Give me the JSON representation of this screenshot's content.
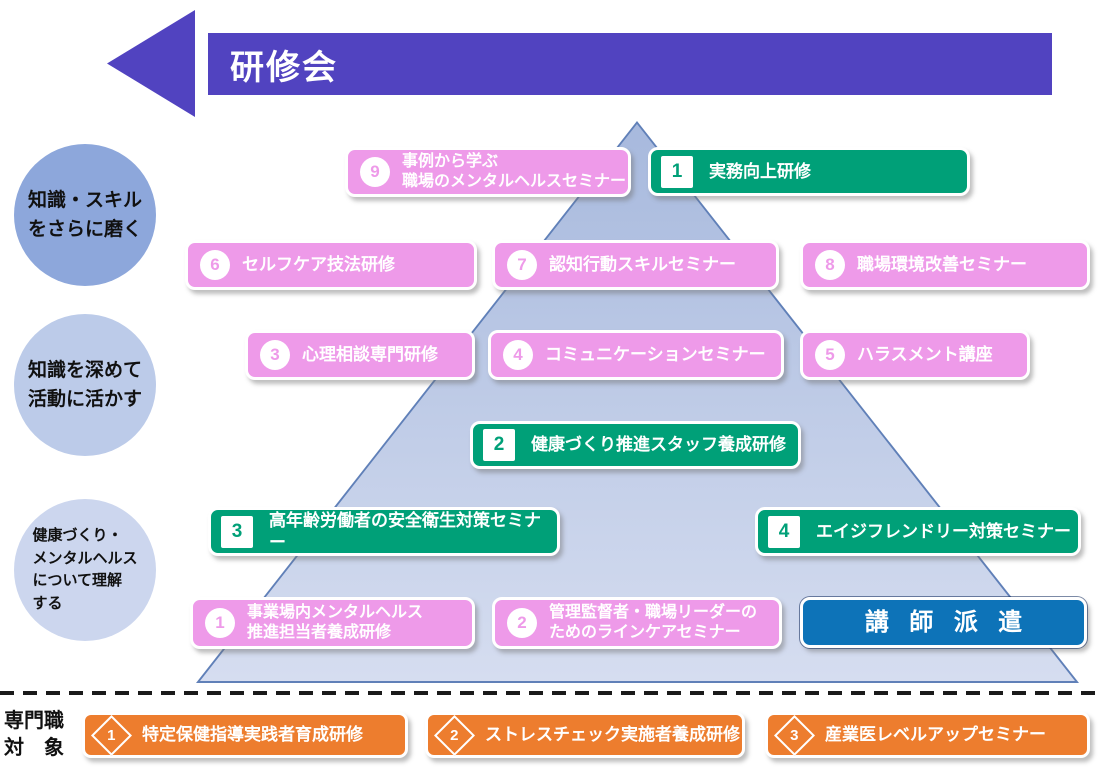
{
  "header": {
    "title": "研修会"
  },
  "stages": [
    {
      "label": "知識・スキル\nをさらに磨く"
    },
    {
      "label": "知識を深めて\n活動に活かす"
    },
    {
      "label": "健康づくり・\nメンタルヘルス\nについて理解\nする"
    }
  ],
  "pink_courses": [
    {
      "number": "9",
      "label": "事例から学ぶ\n職場のメンタルヘルスセミナー"
    },
    {
      "number": "6",
      "label": "セルフケア技法研修"
    },
    {
      "number": "7",
      "label": "認知行動スキルセミナー"
    },
    {
      "number": "8",
      "label": "職場環境改善セミナー"
    },
    {
      "number": "3",
      "label": "心理相談専門研修"
    },
    {
      "number": "4",
      "label": "コミュニケーションセミナー"
    },
    {
      "number": "5",
      "label": "ハラスメント講座"
    },
    {
      "number": "1",
      "label": "事業場内メンタルヘルス\n推進担当者養成研修"
    },
    {
      "number": "2",
      "label": "管理監督者・職場リーダーの\nためのラインケアセミナー"
    }
  ],
  "green_courses": [
    {
      "number": "1",
      "label": "実務向上研修"
    },
    {
      "number": "2",
      "label": "健康づくり推進スタッフ養成研修"
    },
    {
      "number": "3",
      "label": "高年齢労働者の安全衛生対策セミナー"
    },
    {
      "number": "4",
      "label": "エイジフレンドリー対策セミナー"
    }
  ],
  "dispatch": {
    "label": "講師派遣"
  },
  "specialist": {
    "label": "専門職\n対　象",
    "courses": [
      {
        "number": "1",
        "label": "特定保健指導実践者育成研修"
      },
      {
        "number": "2",
        "label": "ストレスチェック実施者養成研修"
      },
      {
        "number": "3",
        "label": "産業医レベルアップセミナー"
      }
    ]
  },
  "colors": {
    "purple": "#5143c0",
    "pink": "#ee9ae9",
    "green": "#00a078",
    "blue": "#0d73b8",
    "orange": "#ed7d2e",
    "pyramid_top": "#9db1d9",
    "pyramid_bottom": "#dde3f3",
    "pyramid_border": "#6080b8",
    "circle1": "#8da7db",
    "circle2": "#bccbe9",
    "circle3": "#ccd6ee"
  }
}
